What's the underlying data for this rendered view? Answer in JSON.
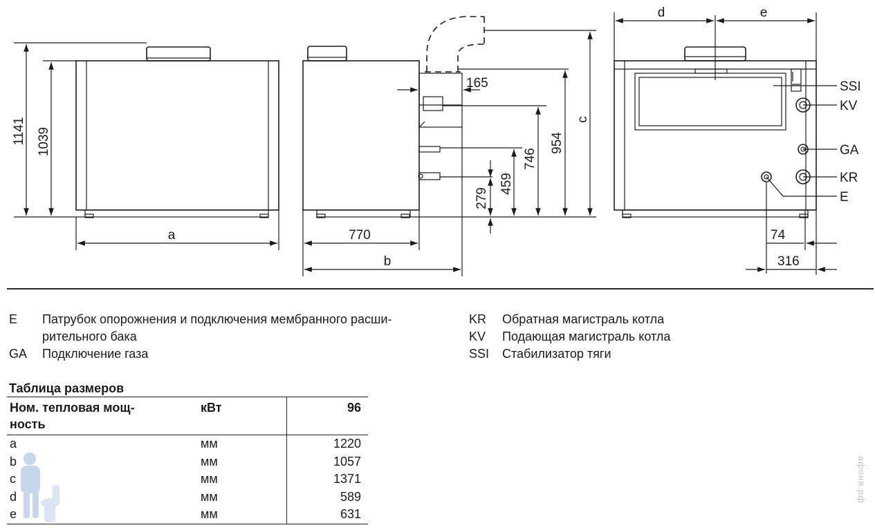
{
  "drawing": {
    "view1": {
      "dim_height_total": "1141",
      "dim_height_body": "1039",
      "dim_width": "a"
    },
    "view2": {
      "dim_depth": "770",
      "dim_total_depth": "b",
      "dim_165": "165",
      "dim_954": "954",
      "dim_746": "746",
      "dim_459": "459",
      "dim_279": "279",
      "dim_c": "c"
    },
    "view3": {
      "dim_d": "d",
      "dim_e": "e",
      "dim_74": "74",
      "dim_316": "316",
      "label_ssi": "SSI",
      "label_kv": "KV",
      "label_ga": "GA",
      "label_kr": "KR",
      "label_e": "E"
    }
  },
  "legend": {
    "left": [
      {
        "code": "E",
        "text": "Патрубок опорожнения и подключения мембранного расши-\nрительного бака"
      },
      {
        "code": "GA",
        "text": "Подключение газа"
      }
    ],
    "right": [
      {
        "code": "KR",
        "text": "Обратная магистраль котла"
      },
      {
        "code": "KV",
        "text": "Подающая магистраль котла"
      },
      {
        "code": "SSI",
        "text": "Стабилизатор тяги"
      }
    ]
  },
  "table": {
    "title": "Таблица размеров",
    "header": {
      "param": "Ном. тепловая мощ-\nность",
      "unit": "кВт",
      "value": "96"
    },
    "rows": [
      {
        "param": "a",
        "unit": "мм",
        "value": "1220"
      },
      {
        "param": "b",
        "unit": "мм",
        "value": "1057"
      },
      {
        "param": "c",
        "unit": "мм",
        "value": "1371"
      },
      {
        "param": "d",
        "unit": "мм",
        "value": "589"
      },
      {
        "param": "e",
        "unit": "мм",
        "value": "631"
      }
    ]
  },
  "watermark": "афоня.рф"
}
